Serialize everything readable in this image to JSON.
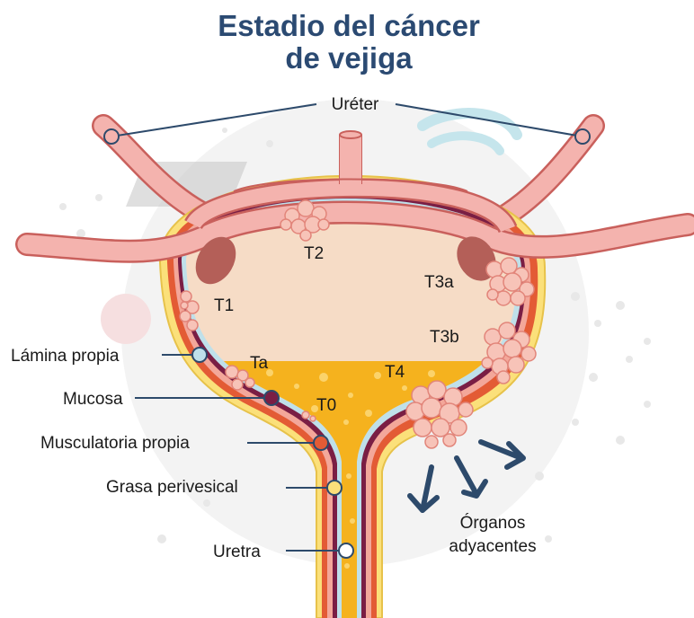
{
  "title": {
    "line1": "Estadio del cáncer",
    "line2": "de vejiga"
  },
  "labels": {
    "ureter": "Uréter",
    "lamina_propia": "Lámina propia",
    "mucosa": "Mucosa",
    "musculatoria_propia": "Musculatoria propia",
    "grasa_perivesical": "Grasa perivesical",
    "uretra": "Uretra",
    "organos_line1": "Órganos",
    "organos_line2": "adyacentes"
  },
  "stages": {
    "t2": "T2",
    "t1": "T1",
    "ta": "Ta",
    "t0": "T0",
    "t3a": "T3a",
    "t3b": "T3b",
    "t4": "T4"
  },
  "colors": {
    "title": "#2b4a72",
    "leader": "#2d4a6b",
    "ureter": "#f4b3ae",
    "ureter_outline": "#c9605c",
    "bladder_inner": "#f6dcc6",
    "urine": "#f5b21e",
    "fat_layer": "#fbe07a",
    "muscle_layer": "#e35b35",
    "mucosa_layer": "#7a1e44",
    "lamina_layer": "#bfe0ea",
    "tumor": "#f7c3b8"
  }
}
